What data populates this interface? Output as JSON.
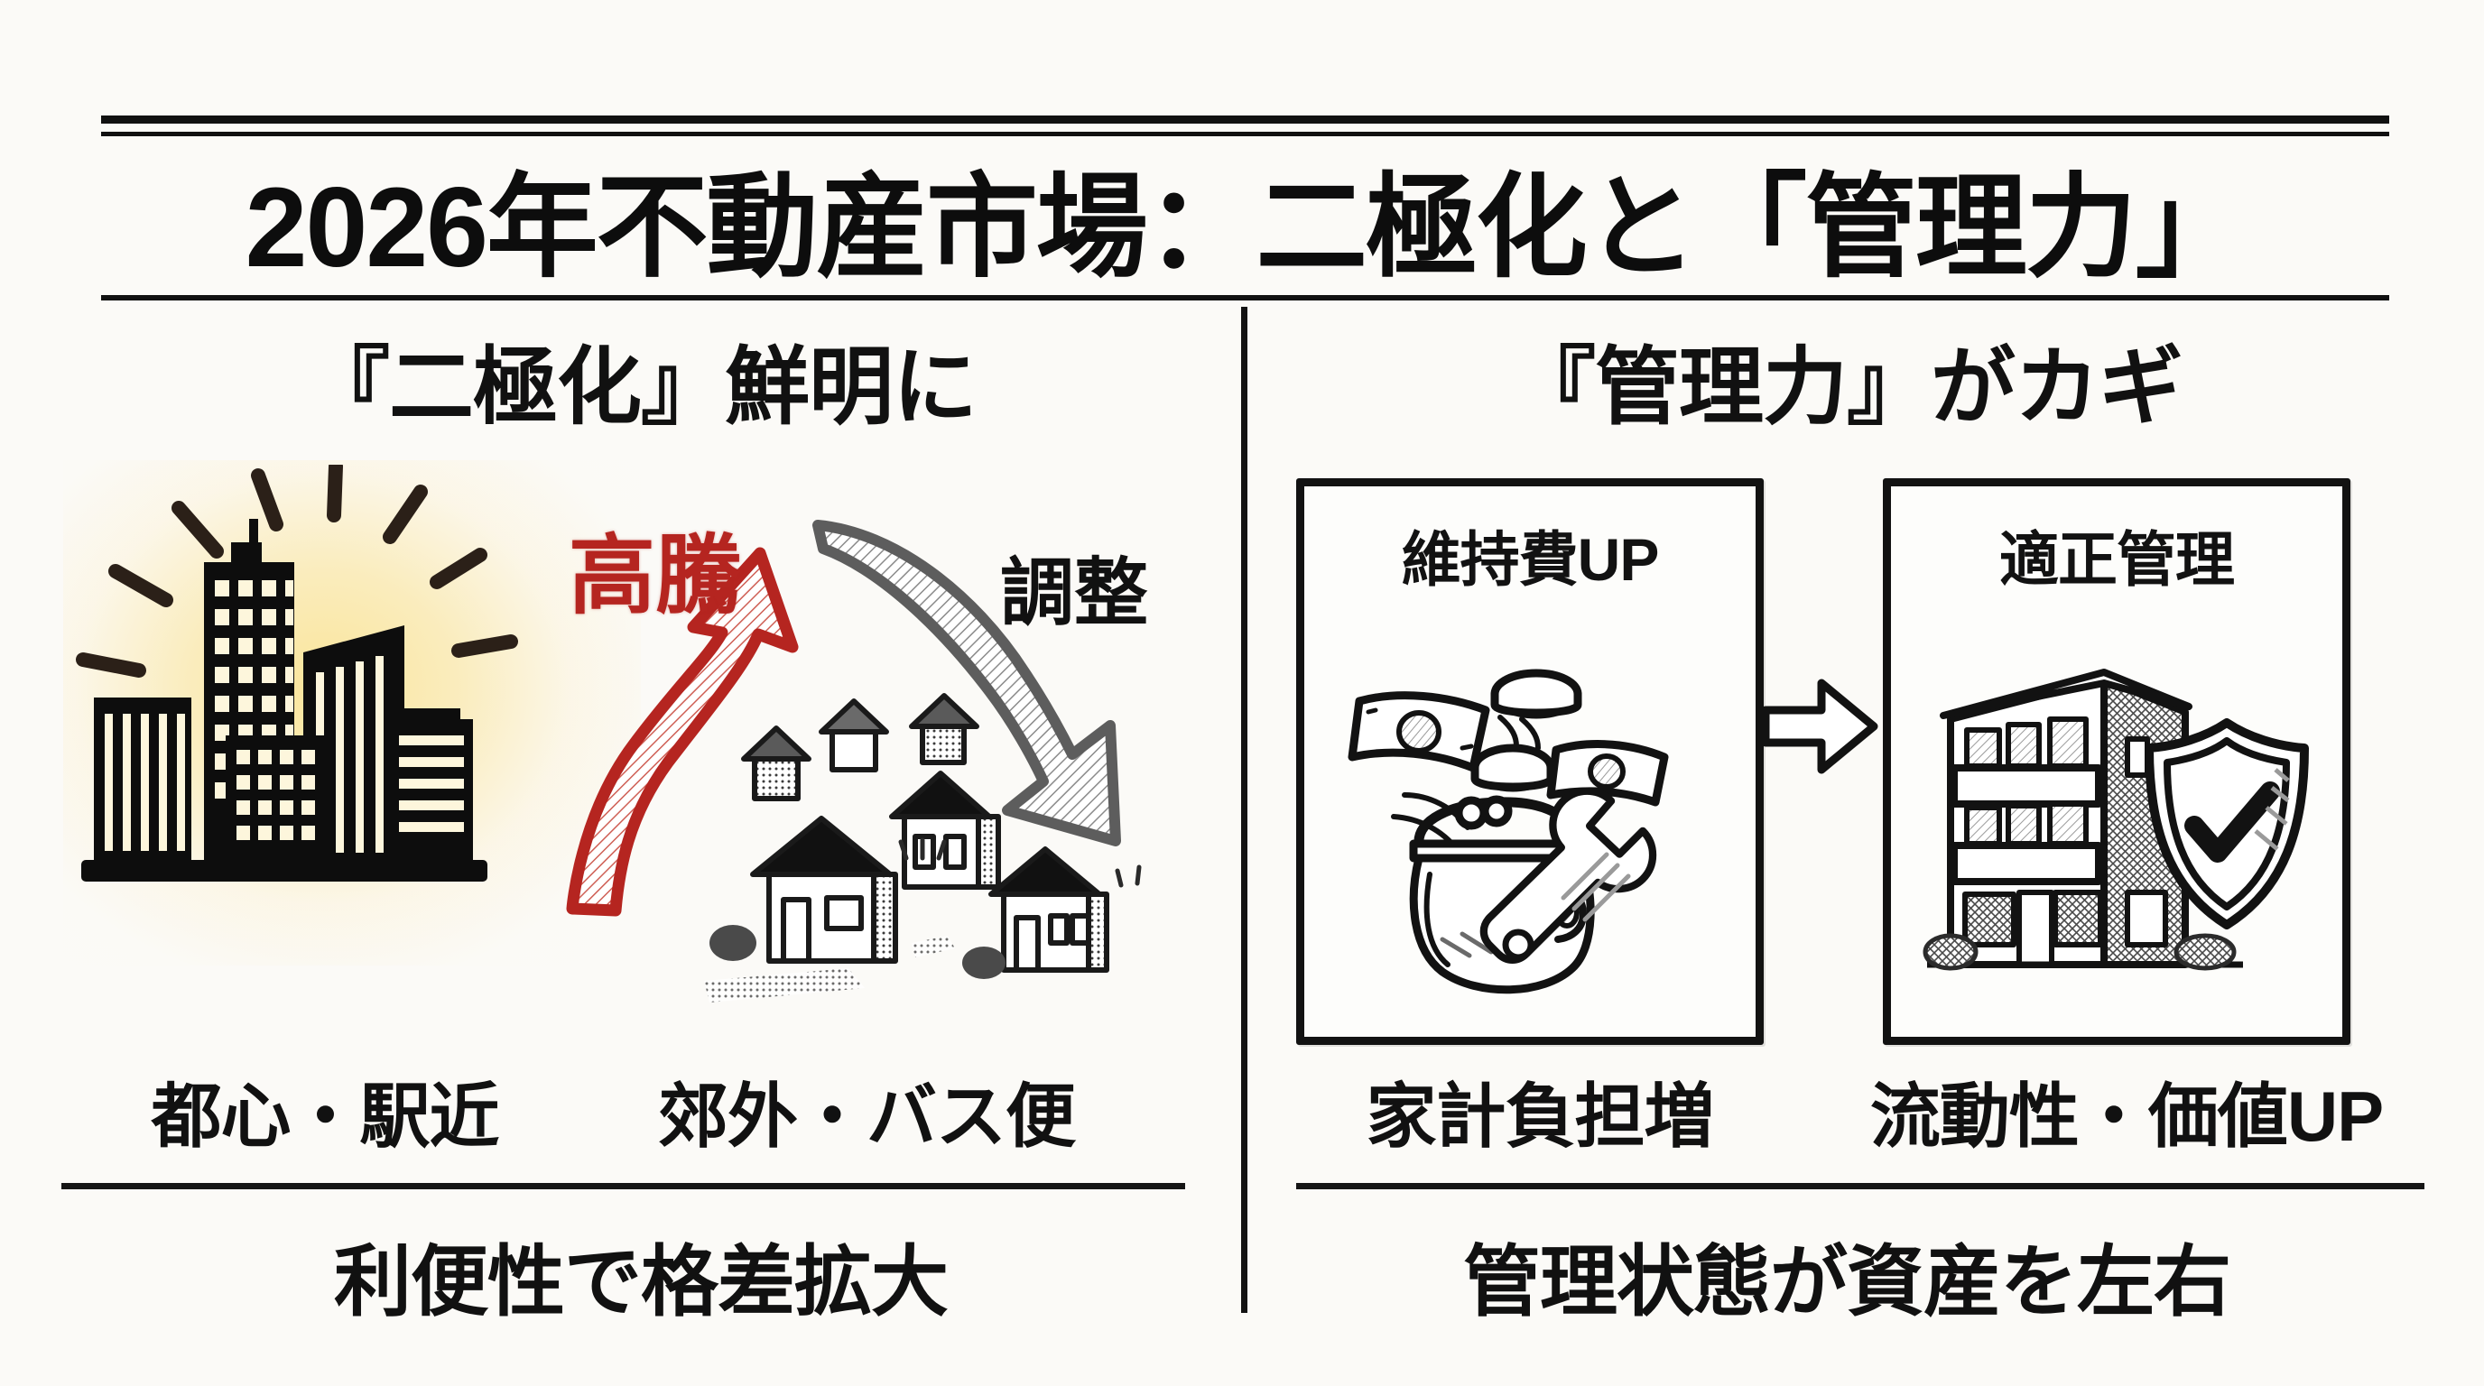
{
  "title": "2026年不動産市場：二極化と「管理力」",
  "left_panel": {
    "subtitle": "『二極化』鮮明に",
    "rise_label": "高騰",
    "fall_label": "調整",
    "caption_city": "都心・駅近",
    "caption_suburb": "郊外・バス便",
    "footer": "利便性で格差拡大",
    "icons": {
      "city": "city-skyline-icon",
      "sparkle": "sparkle-rays-icon",
      "up_arrow": "red-up-arrow-icon",
      "houses": "suburban-houses-icon",
      "down_arrow": "gray-down-arrow-icon"
    }
  },
  "right_panel": {
    "subtitle": "『管理力』がカギ",
    "box_cost": {
      "title": "維持費UP",
      "caption": "家計負担増",
      "icons": {
        "purse": "coin-purse-icon",
        "bills": "flying-banknotes-icon",
        "coins": "falling-coins-icon",
        "wrench": "wrench-icon"
      }
    },
    "box_manage": {
      "title": "適正管理",
      "caption": "流動性・価値UP",
      "icons": {
        "building": "apartment-building-icon",
        "shield": "shield-check-icon"
      }
    },
    "flow_arrow": "right-arrow-icon",
    "footer": "管理状態が資産を左右"
  },
  "colors": {
    "ink": "#111111",
    "accent_red": "#b52520",
    "glow": "#fae49a",
    "paper": "#fbfaf7",
    "gray_arrow": "#6e6e6e"
  }
}
